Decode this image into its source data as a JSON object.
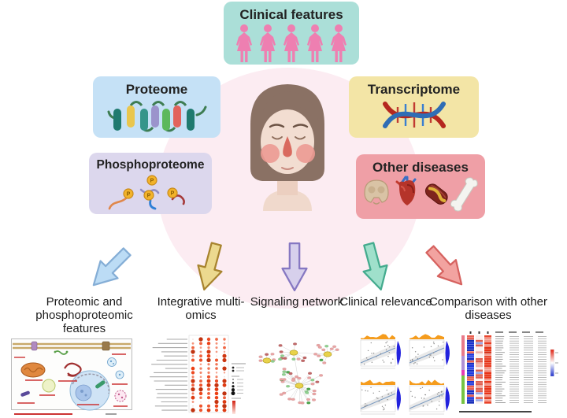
{
  "hub": {
    "clinical_box": {
      "label": "Clinical features",
      "bg": "#abdfd8",
      "icon": "female-figures",
      "icon_color": "#ee7fb1"
    },
    "proteome_box": {
      "label": "Proteome",
      "bg": "#c5e1f6",
      "icon": "transmembrane-protein"
    },
    "transcriptome_box": {
      "label": "Transcriptome",
      "bg": "#f3e5a6",
      "icon": "dna-double-helix"
    },
    "phosphoproteome_box": {
      "label": "Phosphoproteome",
      "bg": "#dcd7ed",
      "icon": "phosphorylated-peptides"
    },
    "other_diseases_box": {
      "label": "Other diseases",
      "bg": "#ef9fa6",
      "icon": "organ-set-brain-heart-vessel-bone"
    },
    "center": {
      "icon": "rosacea-face-woman",
      "ellipse_bg": "#fcecf2"
    }
  },
  "sections": [
    {
      "label": "Proteomic and phosphoproteomic features",
      "arrow": {
        "fill": "#bcdcf5",
        "stroke": "#85aed6",
        "direction": "down-left"
      },
      "thumbnail": "cell-signaling-pathway-diagram"
    },
    {
      "label": "Integrative multi-omics",
      "arrow": {
        "fill": "#ecd98f",
        "stroke": "#a8842f",
        "direction": "down-slight-left"
      },
      "thumbnail": "pathway-enrichment-dot-plot"
    },
    {
      "label": "Signaling network",
      "arrow": {
        "fill": "#d7d0ec",
        "stroke": "#8678c2",
        "direction": "down"
      },
      "thumbnail": "gene-network-graph"
    },
    {
      "label": "Clinical relevance",
      "arrow": {
        "fill": "#9fe0cb",
        "stroke": "#44ab8e",
        "direction": "down-slight-right"
      },
      "thumbnail": "correlation-scatter-panels"
    },
    {
      "label": "Comparison with other diseases",
      "arrow": {
        "fill": "#f2a3a0",
        "stroke": "#d6625f",
        "direction": "down-right"
      },
      "thumbnail": "expression-heatmap"
    }
  ],
  "palette": {
    "dot_plot_accent": "#d33b1f",
    "heatmap_up": "#dd2818",
    "heatmap_down": "#1b2bd0",
    "network_hub": "#e8d24a",
    "scatter_hist": "#f59c1d",
    "scatter_density": "#2222dd"
  }
}
